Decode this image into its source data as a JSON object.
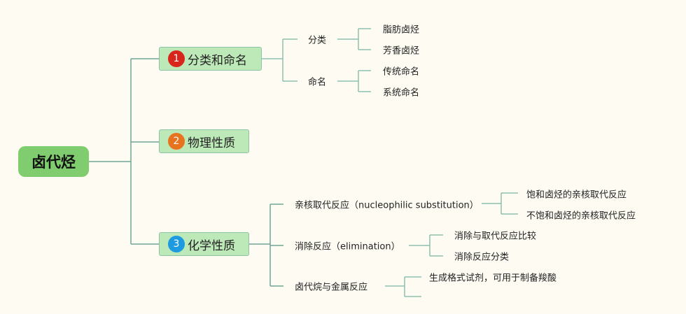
{
  "root": {
    "label": "卤代烃",
    "color": "#7fcd6e"
  },
  "branches": [
    {
      "num": "1",
      "label": "分类和命名",
      "badge_color": "#d9261c",
      "children": [
        {
          "label": "分类",
          "children": [
            "脂肪卤烃",
            "芳香卤烃"
          ]
        },
        {
          "label": "命名",
          "children": [
            "传统命名",
            "系统命名"
          ]
        }
      ]
    },
    {
      "num": "2",
      "label": "物理性质",
      "badge_color": "#e8731f"
    },
    {
      "num": "3",
      "label": "化学性质",
      "badge_color": "#1e9be0",
      "children": [
        {
          "label": "亲核取代反应（nucleophilic substitution）",
          "children": [
            "饱和卤烃的亲核取代反应",
            "不饱和卤烃的亲核取代反应"
          ]
        },
        {
          "label": "消除反应（elimination）",
          "children": [
            "消除与取代反应比较",
            "消除反应分类"
          ]
        },
        {
          "label": "卤代烷与金属反应",
          "children": [
            "生成格式试剂，可用于制备羧酸",
            ""
          ]
        }
      ]
    }
  ],
  "line_color": "#8fc0b0"
}
